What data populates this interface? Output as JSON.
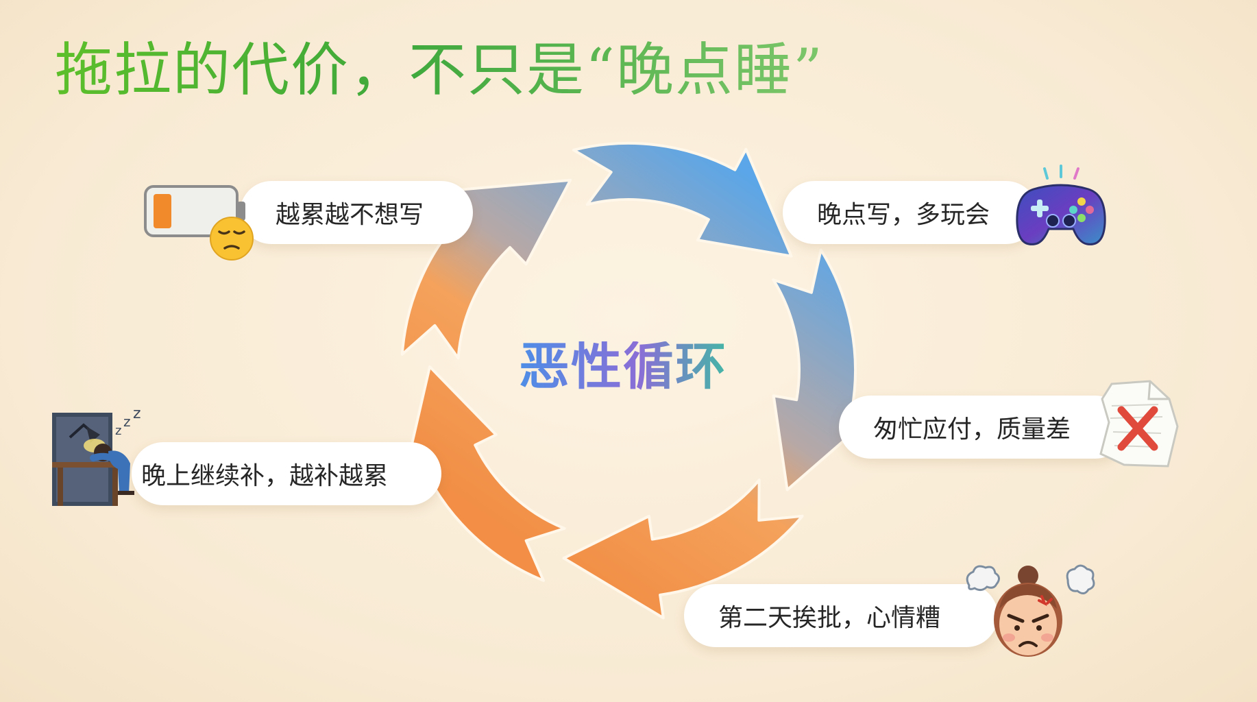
{
  "title": "拖拉的代价，不只是“晚点睡”",
  "center_label": "恶性循环",
  "steps": [
    {
      "text": "晚点写，多玩会",
      "icon": "game-controller-icon"
    },
    {
      "text": "匆忙应付，质量差",
      "icon": "crumpled-paper-x-icon"
    },
    {
      "text": "第二天挨批，心情糟",
      "icon": "angry-face-icon"
    },
    {
      "text": "晚上继续补，越补越累",
      "icon": "sleeping-at-desk-icon"
    },
    {
      "text": "越累越不想写",
      "icon": "low-battery-sad-face-icon"
    }
  ],
  "colors": {
    "title_start": "#5cbf2a",
    "title_end": "#7cc66a",
    "arrow_blue": "#5aa6e8",
    "arrow_orange": "#f39a52",
    "background": "#f8ead3"
  }
}
